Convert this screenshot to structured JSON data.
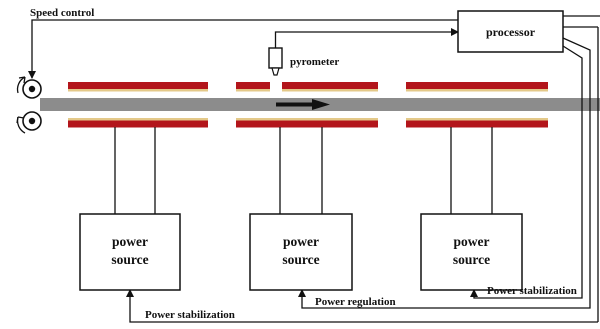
{
  "labels": {
    "speed_control": "Speed control",
    "processor": "processor",
    "pyrometer": "pyrometer",
    "power_stabilization_left": "Power stabilization",
    "power_regulation": "Power regulation",
    "power_stabilization_right": "Power stabilization"
  },
  "power_sources": [
    {
      "line1": "power",
      "line2": "source"
    },
    {
      "line1": "power",
      "line2": "source"
    },
    {
      "line1": "power",
      "line2": "source"
    }
  ],
  "colors": {
    "heater": "#b3151b",
    "heater_edge": "#e4c989",
    "strip": "#8c8c8c",
    "line": "#111111"
  }
}
